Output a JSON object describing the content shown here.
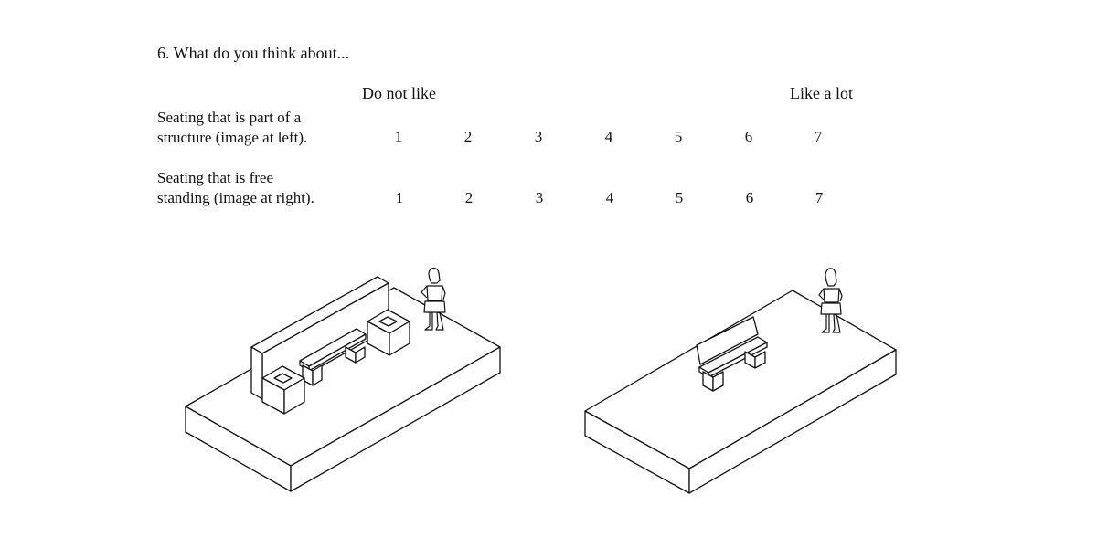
{
  "question": "6. What do you think about...",
  "scale": {
    "low_label": "Do not like",
    "high_label": "Like a lot",
    "options": [
      "1",
      "2",
      "3",
      "4",
      "5",
      "6",
      "7"
    ]
  },
  "rows": [
    {
      "label_line1": "Seating that is part of a",
      "label_line2": "structure (image at left)."
    },
    {
      "label_line1": "Seating that is free",
      "label_line2": "standing (image at right)."
    }
  ],
  "illustrations": [
    {
      "name": "integrated-seating-illustration"
    },
    {
      "name": "freestanding-bench-illustration"
    }
  ]
}
